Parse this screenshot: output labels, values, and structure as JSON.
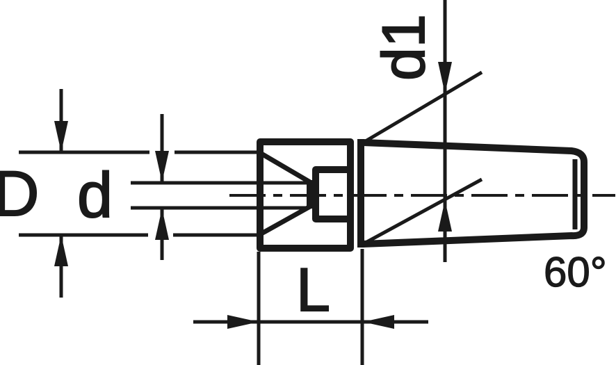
{
  "drawing": {
    "labels": {
      "D": "D",
      "d": "d",
      "d1": "d1",
      "L": "L",
      "angle": "60°"
    },
    "colors": {
      "ink": "#1a1a1a",
      "background": "#ffffff"
    }
  }
}
